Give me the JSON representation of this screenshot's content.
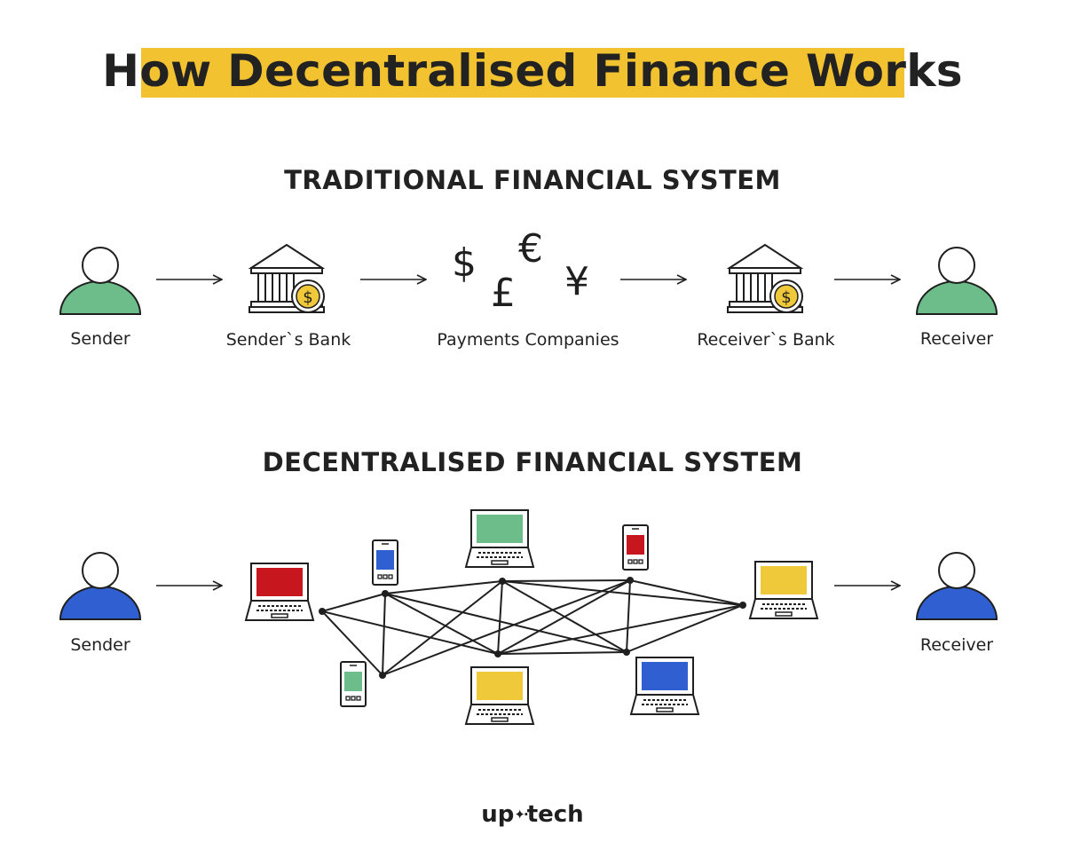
{
  "title": "How Decentralised Finance Works",
  "traditional": {
    "heading": "TRADITIONAL FINANCIAL SYSTEM",
    "labels": {
      "sender": "Sender",
      "sender_bank": "Sender`s Bank",
      "payments": "Payments Companies",
      "receiver_bank": "Receiver`s Bank",
      "receiver": "Receiver"
    },
    "currency_symbols": {
      "dollar": "$",
      "euro": "€",
      "pound": "£",
      "yen": "¥"
    },
    "coin_symbol": "$"
  },
  "decentralised": {
    "heading": "DECENTRALISED FINANCIAL SYSTEM",
    "labels": {
      "sender": "Sender",
      "receiver": "Receiver"
    }
  },
  "logo": {
    "left": "up",
    "right": "tech"
  },
  "colors": {
    "highlight": "#f2c230",
    "green": "#6cbd8a",
    "blue": "#2f5fd0",
    "red": "#c8161f",
    "yellow": "#f0c93a",
    "ink": "#1f1f1f"
  }
}
